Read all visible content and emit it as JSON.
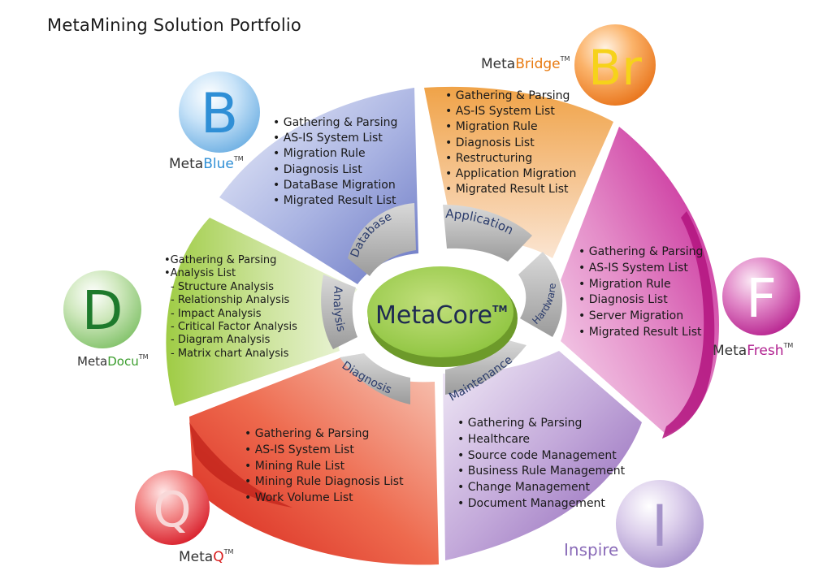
{
  "title": "MetaMining Solution Portfolio",
  "core": {
    "label_a": "Meta",
    "label_b": "Core",
    "tm": "TM"
  },
  "ring_labels": {
    "database": "Database",
    "application": "Application",
    "hardware": "Hardware",
    "maintenance": "Maintenance",
    "diagnosis": "Diagnosis",
    "analysis": "Analysis"
  },
  "segments": {
    "database": [
      "Gathering & Parsing",
      "AS-IS System List",
      "Migration Rule",
      "Diagnosis List",
      "DataBase Migration",
      "Migrated Result List"
    ],
    "application": [
      "Gathering & Parsing",
      "AS-IS System List",
      "Migration Rule",
      "Diagnosis List",
      "Restructuring",
      "Application Migration",
      "Migrated Result List"
    ],
    "hardware": [
      "Gathering & Parsing",
      "AS-IS System List",
      "Migration Rule",
      "Diagnosis List",
      "Server Migration",
      "Migrated Result List"
    ],
    "maintenance": [
      "Gathering & Parsing",
      "Healthcare",
      "Source code Management",
      "Business Rule Management",
      "Change Management",
      "Document Management"
    ],
    "diagnosis": [
      "Gathering & Parsing",
      "AS-IS System List",
      "Mining Rule List",
      "Mining Rule Diagnosis List",
      "Work Volume List"
    ],
    "analysis_top": [
      "Gathering & Parsing",
      "Analysis List"
    ],
    "analysis_sub": [
      "Structure Analysis",
      "Relationship Analysis",
      "Impact Analysis",
      "Critical Factor Analysis",
      "Diagram Analysis",
      "Matrix chart Analysis"
    ]
  },
  "products": {
    "blue": {
      "letter": "B",
      "prefix": "Meta",
      "suffix": "Blue",
      "tm": "TM",
      "color": "#2f8fd6"
    },
    "bridge": {
      "letter": "Br",
      "prefix": "Meta",
      "suffix": "Bridge",
      "tm": "TM",
      "color": "#e87a10"
    },
    "fresh": {
      "letter": "F",
      "prefix": "Meta",
      "suffix": "Fresh",
      "tm": "TM",
      "color": "#b0208f"
    },
    "docu": {
      "letter": "D",
      "prefix": "Meta",
      "suffix": "Docu",
      "tm": "TM",
      "color": "#3a9d2c"
    },
    "q": {
      "letter": "Q",
      "prefix": "Meta",
      "suffix": "Q",
      "tm": "TM",
      "color": "#d91c1c"
    },
    "inspire": {
      "letter": "I",
      "label": "Inspire",
      "color": "#8a6bb8"
    }
  }
}
